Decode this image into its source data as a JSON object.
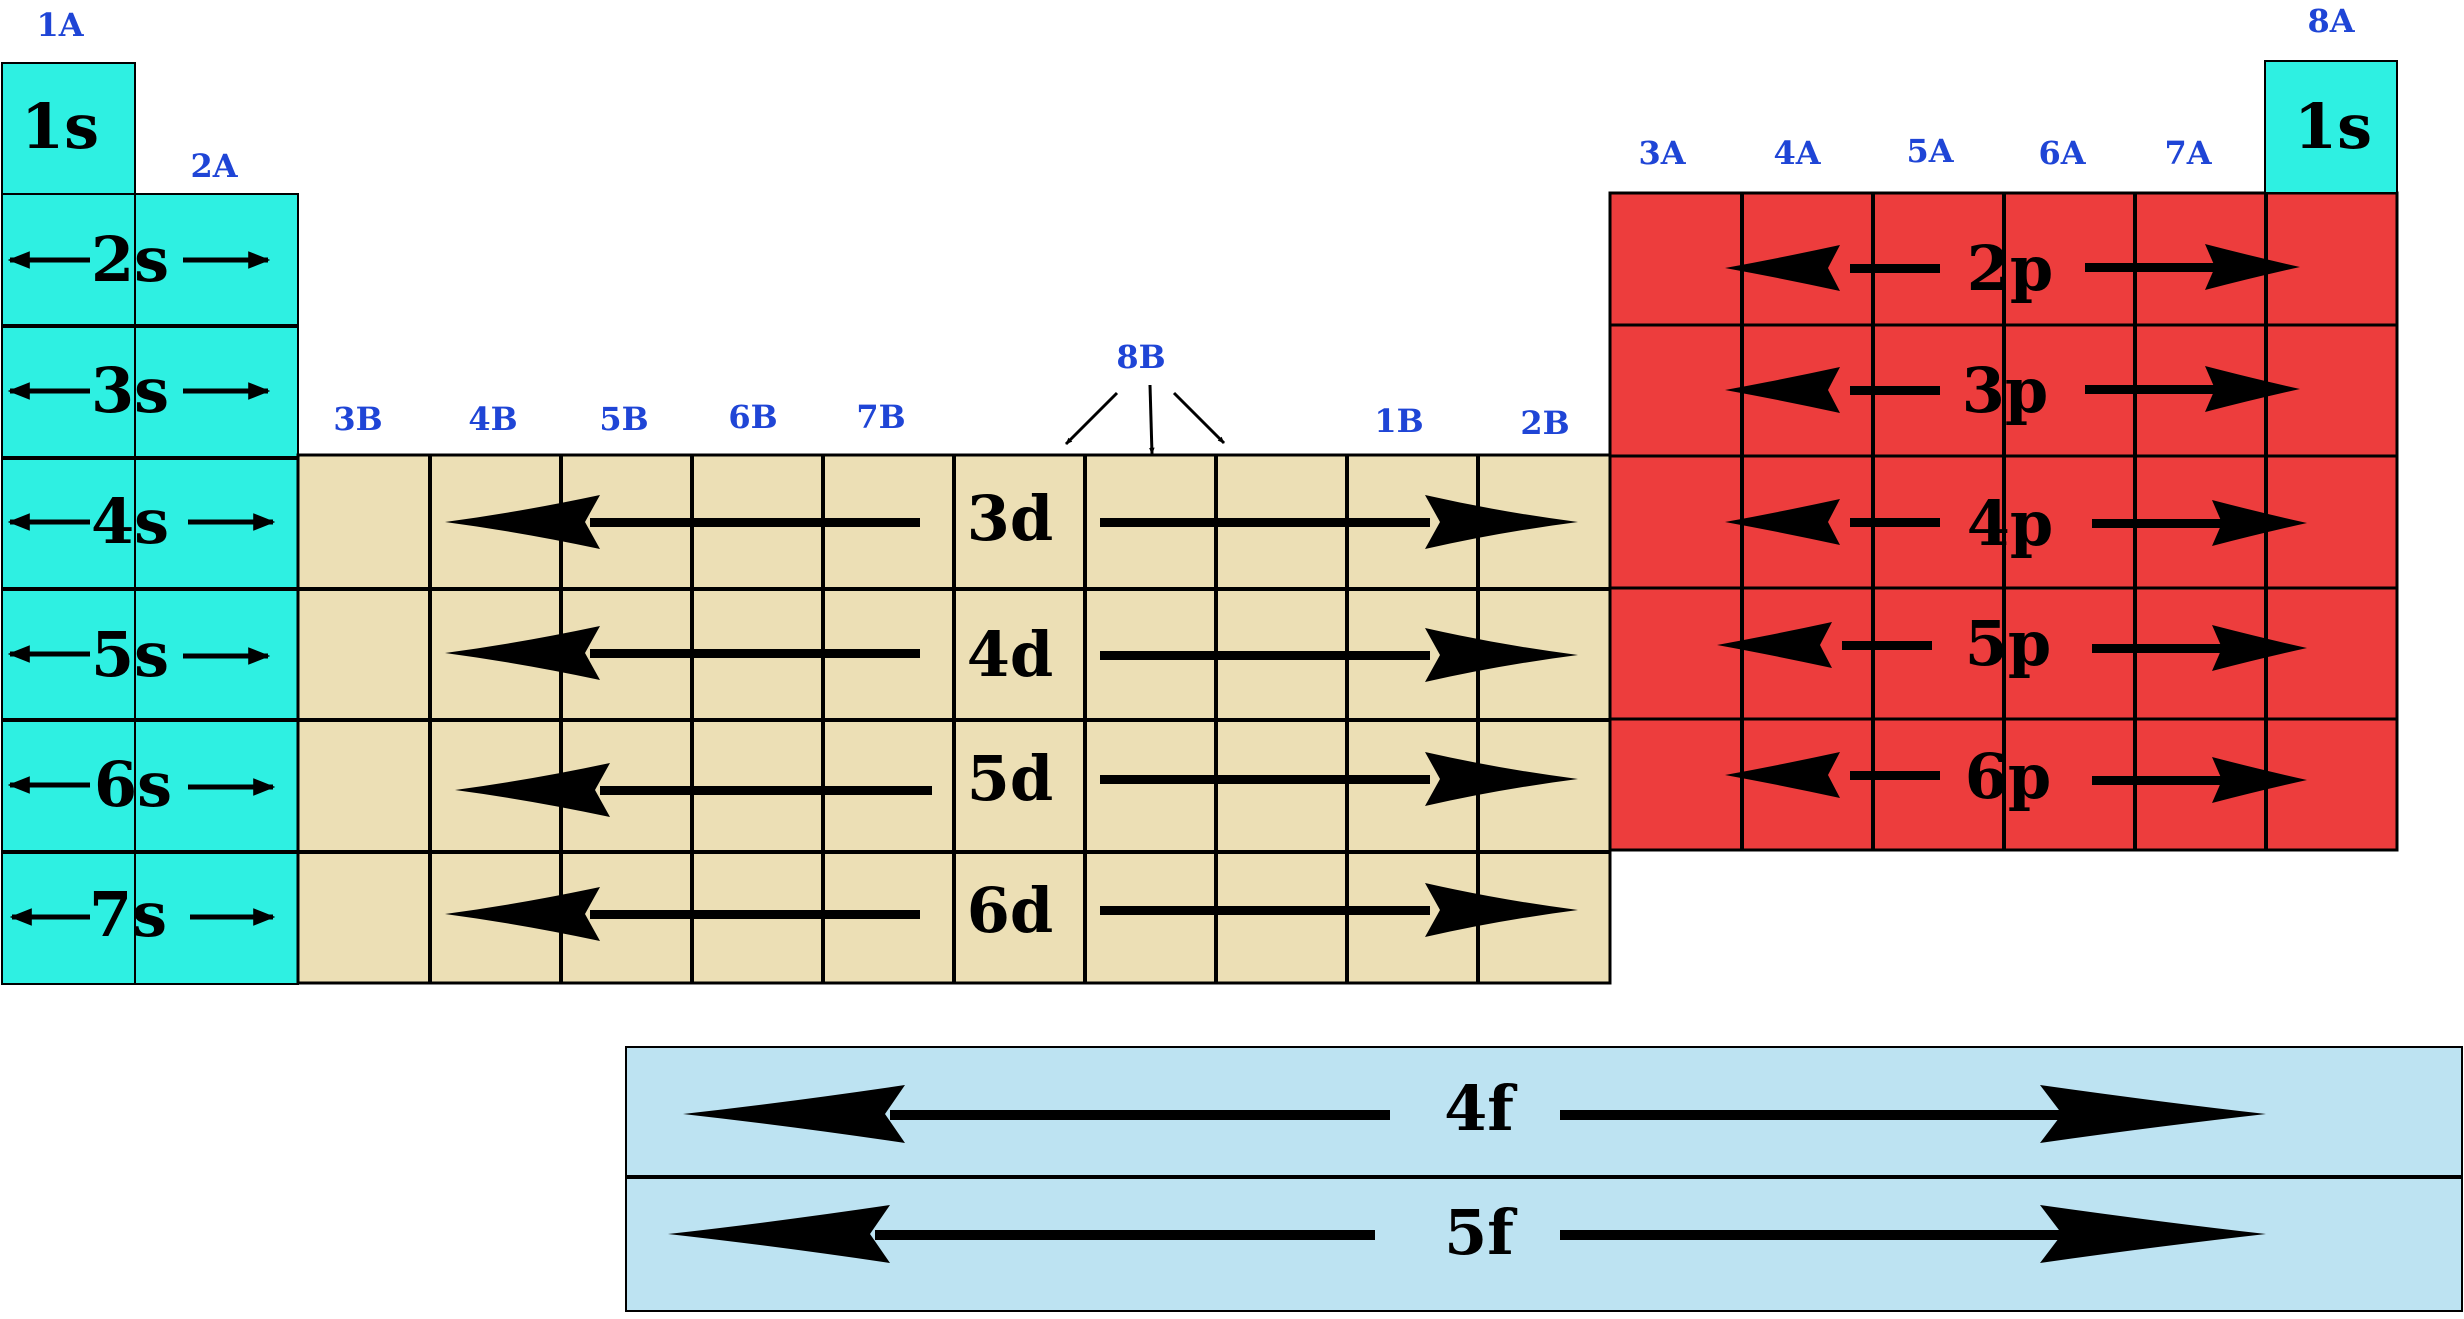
{
  "colors": {
    "s_block": "#2ef0e2",
    "d_block": "#ecdfb5",
    "p_block": "#ed3d3d",
    "f_block": "#bde3f2",
    "group_label": "#1f45d6",
    "line": "#000000"
  },
  "group_labels": {
    "g1A": "1A",
    "g2A": "2A",
    "g3B": "3B",
    "g4B": "4B",
    "g5B": "5B",
    "g6B": "6B",
    "g7B": "7B",
    "g8B": "8B",
    "g1B": "1B",
    "g2B": "2B",
    "g3A": "3A",
    "g4A": "4A",
    "g5A": "5A",
    "g6A": "6A",
    "g7A": "7A",
    "g8A": "8A"
  },
  "s_block": [
    "1s",
    "2s",
    "3s",
    "4s",
    "5s",
    "6s",
    "7s"
  ],
  "helium": "1s",
  "p_block": [
    "2p",
    "3p",
    "4p",
    "5p",
    "6p"
  ],
  "d_block": [
    "3d",
    "4d",
    "5d",
    "6d"
  ],
  "f_block": [
    "4f",
    "5f"
  ]
}
